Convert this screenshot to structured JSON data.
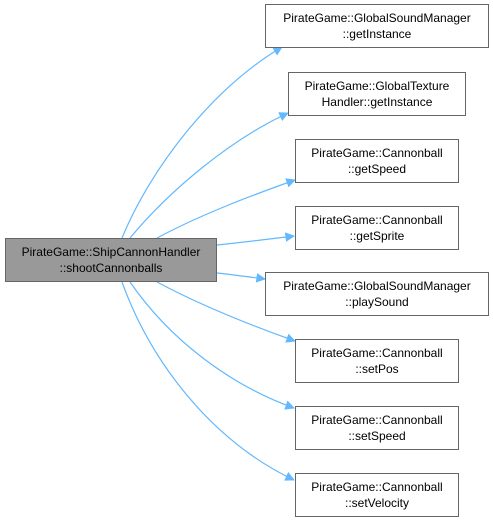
{
  "colors": {
    "edge": "#63b8ff",
    "node_border": "#666666",
    "root_fill": "#999999",
    "node_fill": "#ffffff"
  },
  "root": {
    "line1": "PirateGame::ShipCannonHandler",
    "line2": "::shootCannonballs"
  },
  "callees": [
    {
      "line1": "PirateGame::GlobalSoundManager",
      "line2": "::getInstance"
    },
    {
      "line1": "PirateGame::GlobalTexture",
      "line2": "Handler::getInstance"
    },
    {
      "line1": "PirateGame::Cannonball",
      "line2": "::getSpeed"
    },
    {
      "line1": "PirateGame::Cannonball",
      "line2": "::getSprite"
    },
    {
      "line1": "PirateGame::GlobalSoundManager",
      "line2": "::playSound"
    },
    {
      "line1": "PirateGame::Cannonball",
      "line2": "::setPos"
    },
    {
      "line1": "PirateGame::Cannonball",
      "line2": "::setSpeed"
    },
    {
      "line1": "PirateGame::Cannonball",
      "line2": "::setVelocity"
    }
  ]
}
